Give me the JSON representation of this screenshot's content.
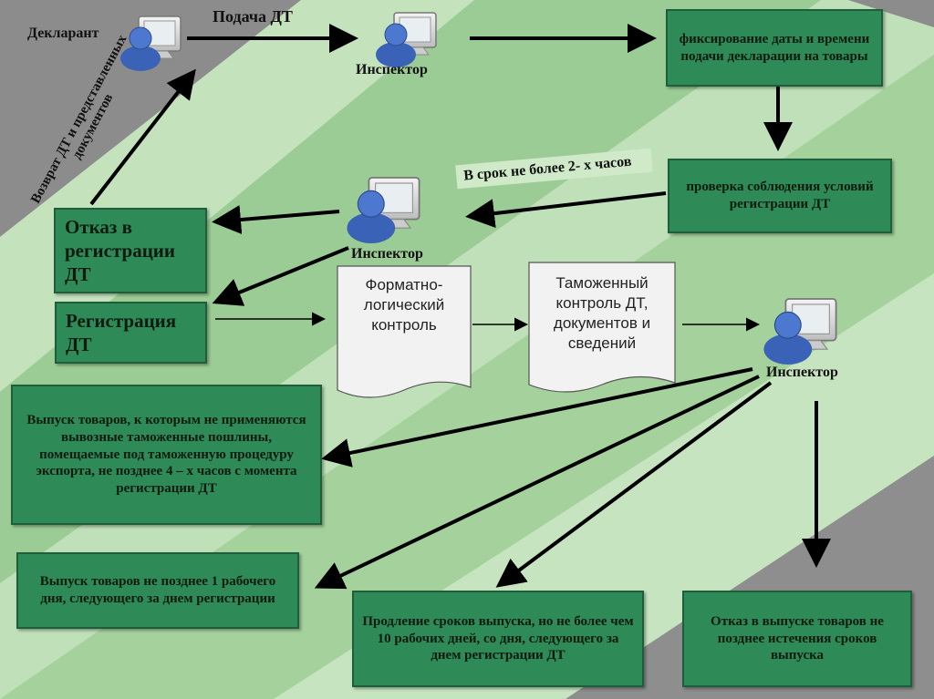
{
  "actors": {
    "declarant": "Декларант",
    "inspector1": "Инспектор",
    "inspector2": "Инспектор",
    "inspector3": "Инспектор"
  },
  "arrows": {
    "submit": "Подача ДТ",
    "return": "Возврат ДТ и представленных документов",
    "deadline": "В срок не более 2- х часов"
  },
  "boxes": {
    "fix_date": "фиксирование даты и времени подачи декларации на товары",
    "check_conditions": "проверка соблюдения условий регистрации ДТ",
    "refusal_registration": "Отказ в регистрации ДТ",
    "registration": "Регистрация ДТ",
    "release_export": "Выпуск товаров, к которым не применяются вывозные таможенные пошлины, помещаемые под таможенную процедуру экспорта, не позднее 4 – х часов с момента регистрации ДТ",
    "release_1day": "Выпуск товаров не позднее 1 рабочего дня, следующего за днем регистрации",
    "extension": "Продление сроков выпуска, но не более чем 10 рабочих дней, со дня, следующего за днем регистрации ДТ",
    "refusal_release": "Отказ в выпуске товаров не позднее истечения сроков выпуска"
  },
  "documents": {
    "format_control": "Форматно-логический контроль",
    "customs_control": "Таможенный контроль ДТ, документов и сведений"
  },
  "colors": {
    "box_fill": "#2e8b57",
    "box_border": "#1e5e3a",
    "background_light": "#b8dcb0",
    "background_gray": "#8a8a8a",
    "person_blue": "#3a63b8"
  }
}
